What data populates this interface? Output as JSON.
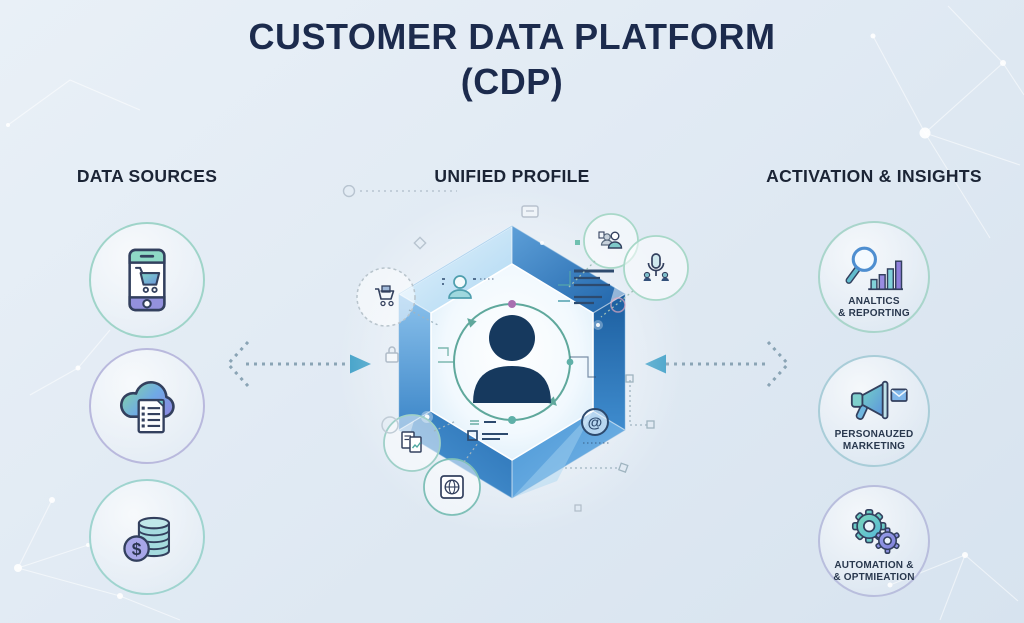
{
  "title": {
    "line1": "CUSTOMER DATA PLATFORM",
    "line2": "(CDP)"
  },
  "sections": {
    "data_sources": {
      "header": "DATA SOURCES",
      "items": [
        {
          "icon": "smartphone-shopping-cart-icon"
        },
        {
          "icon": "cloud-checklist-icon"
        },
        {
          "icon": "coins-dollar-icon"
        }
      ]
    },
    "unified_profile": {
      "header": "UNIFIED PROFILE",
      "center_icon": "customer-profile-sync-icon",
      "satellite_icons": [
        "team-icon",
        "microphone-icon",
        "shopping-cart-icon",
        "report-checklist-icon",
        "web-globe-icon"
      ]
    },
    "activation_insights": {
      "header": "ACTIVATION & INSIGHTS",
      "items": [
        {
          "icon": "analytics-magnifier-bar-chart-icon",
          "label_line1": "ANALTICS",
          "label_line2": "& REPORTING"
        },
        {
          "icon": "megaphone-email-icon",
          "label_line1": "PERSONAUZED",
          "label_line2": "MARKETING"
        },
        {
          "icon": "gears-icon",
          "label_line1": "AUTOMATION &",
          "label_line2": "& OPTMIEATION"
        }
      ]
    }
  },
  "colors": {
    "background": "#e3ebf4",
    "title_text": "#1c2b4d",
    "header_text": "#1b2435",
    "accent_teal": "#5fb0a8",
    "accent_blue": "#2f7cc0",
    "accent_purple": "#8f8fe0",
    "arrow_solid": "#3e9fc7",
    "arrow_dash": "#8aa4b5",
    "hexagon_dark": "#1f66a8",
    "hexagon_light": "#d9edfa",
    "person_silhouette": "#16395e",
    "cycle_dot_purple": "#a86fb0"
  }
}
